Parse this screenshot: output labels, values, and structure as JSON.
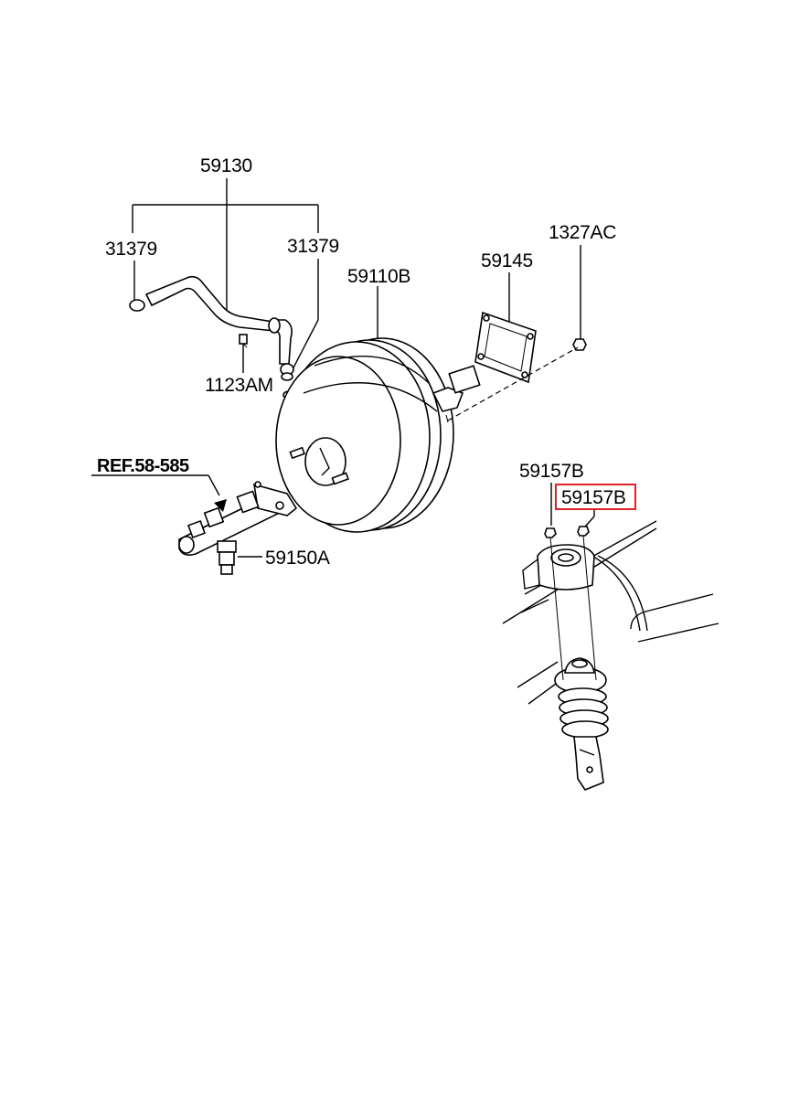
{
  "diagram": {
    "labels": {
      "hose": "59130",
      "clamp_left": "31379",
      "clamp_right": "31379",
      "booster": "59110B",
      "gasket": "59145",
      "nut": "1327AC",
      "bolt": "1123AM",
      "reference": "REF.58-585",
      "switch": "59150A",
      "bolt_upper": "59157B",
      "bolt_lower_highlighted": "59157B"
    },
    "colors": {
      "highlight": "#e0202a",
      "line": "#000000",
      "background": "#ffffff"
    }
  }
}
